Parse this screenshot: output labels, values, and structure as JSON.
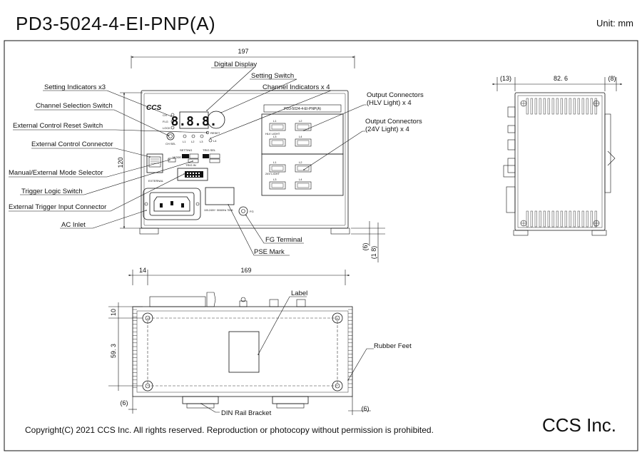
{
  "title": "PD3-5024-4-EI-PNP(A)",
  "unit": "Unit: mm",
  "footer": {
    "copyright": "Copyright(C) 2021 CCS Inc. All rights reserved. Reproduction or photocopy without permission is prohibited.",
    "company": "CCS Inc."
  },
  "callouts": {
    "digital_display": "Digital Display",
    "setting_switch": "Setting Switch",
    "channel_indicators": "Channel Indicators x 4",
    "setting_indicators": "Setting Indicators  x3",
    "channel_selection_switch": "Channel Selection Switch",
    "external_control_reset_switch": "External Control Reset Switch",
    "external_control_connector": "External Control Connector",
    "manual_external_mode_selector": "Manual/External Mode Selector",
    "trigger_logic_switch": "Trigger Logic Switch",
    "external_trigger_input_connector": "External Trigger Input Connector",
    "ac_inlet": "AC Inlet",
    "fg_terminal": "FG Terminal",
    "pse_mark": "PSE Mark",
    "output_hlv_line1": "Output Connectors",
    "output_hlv_line2": "(HLV Light) x 4",
    "output_24v_line1": "Output Connectors",
    "output_24v_line2": "(24V Light) x 4",
    "label": "Label",
    "rubber_feet": "Rubber Feet",
    "din_rail_bracket": "DIN Rail Bracket"
  },
  "dimensions": {
    "front_width": "197",
    "front_height": "120",
    "side_left": "(13)",
    "side_mid": "82. 6",
    "side_right": "(8)",
    "foot_6": "(6)",
    "foot_18": "(1 8)",
    "bottom_left": "14",
    "bottom_width": "169",
    "bottom_top": "10",
    "bottom_pitch": "59. 3",
    "bottom_left_6": "(6)",
    "bottom_right_6": "(6)"
  },
  "panel": {
    "model_plate": "PD3-5024-4-EI-PNP(A)",
    "logo": "CCS",
    "digits": "8.8.8.",
    "hlv_light": "HLV LIGHT",
    "v24_light": "24V LIGHT",
    "ch_labels": [
      "L1",
      "L2",
      "L3",
      "L4"
    ],
    "ind_labels": [
      "CH",
      "FLG",
      "LOCK"
    ],
    "ch_sel": "CH SEL",
    "reset": "RESET",
    "pse_text": "100-240V~ 50/60Hz 75VA",
    "fg": "FG",
    "external": "EXTERNAL",
    "setting_lbl": "SETTING",
    "mode": "MODE",
    "trig": "TRIG SEL",
    "trig_in": "TRIG IN"
  }
}
